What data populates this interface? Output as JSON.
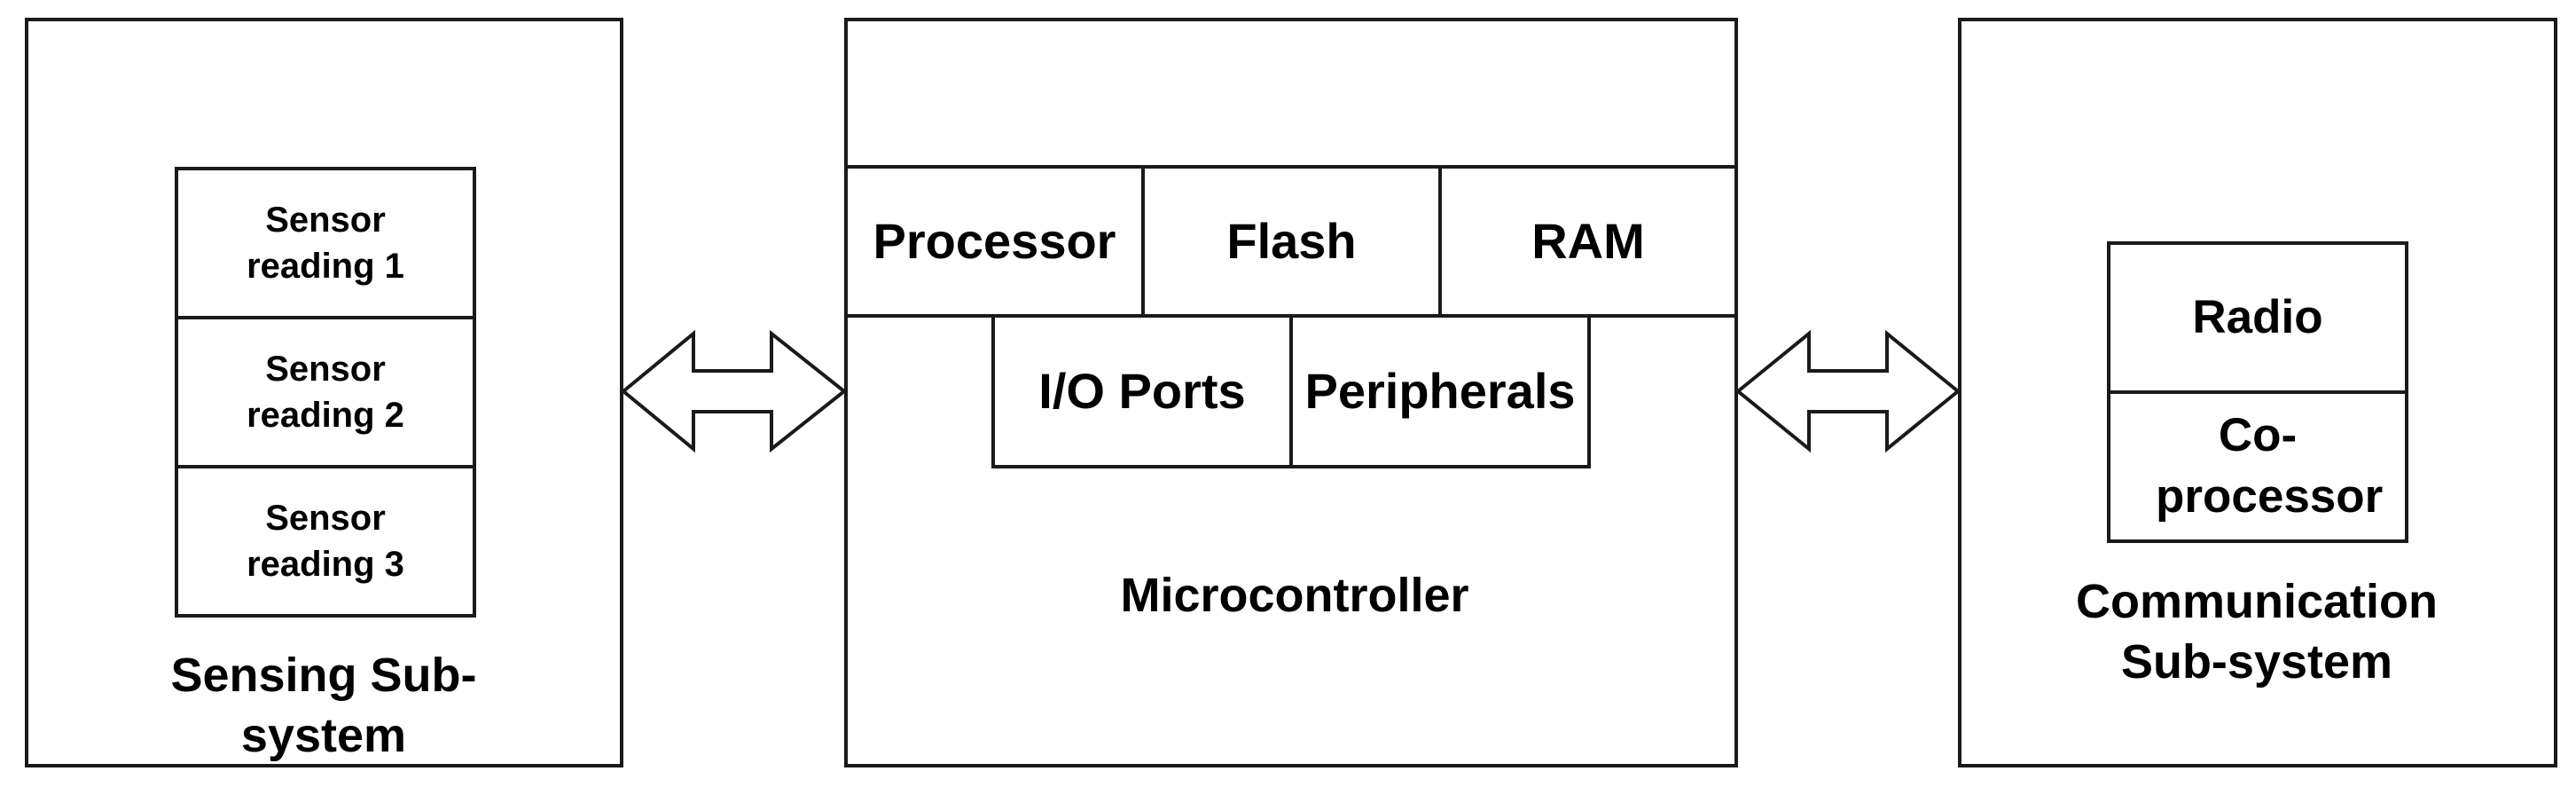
{
  "sensing": {
    "title": "Sensing Sub-system",
    "readings": [
      "Sensor reading 1",
      "Sensor reading 2",
      "Sensor reading 3"
    ]
  },
  "microcontroller": {
    "title": "Microcontroller",
    "top_row": [
      "Processor",
      "Flash",
      "RAM"
    ],
    "bottom_row": [
      "I/O Ports",
      "Peripherals"
    ]
  },
  "communication": {
    "title": "Communication Sub-system",
    "radio": "Radio",
    "coprocessor": "Co-processor"
  }
}
